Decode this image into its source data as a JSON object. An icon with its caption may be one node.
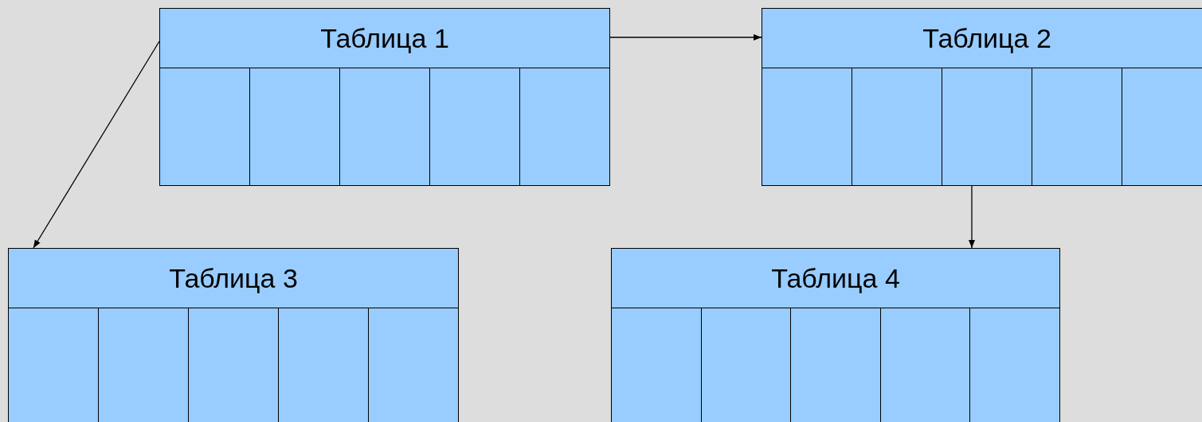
{
  "diagram": {
    "nodes": [
      {
        "text": [
          "Таблица 1"
        ]
      },
      {
        "text": [
          "Таблица 2"
        ]
      },
      {
        "text": [
          "Таблица 3"
        ]
      },
      {
        "text": [
          "Таблица 4"
        ]
      }
    ],
    "edges": [
      {
        "from": 0,
        "to": 1,
        "arrow": "to"
      },
      {
        "from": 0,
        "to": 2,
        "arrow": "to"
      },
      {
        "from": 1,
        "to": 3,
        "arrow": "to"
      }
    ]
  }
}
